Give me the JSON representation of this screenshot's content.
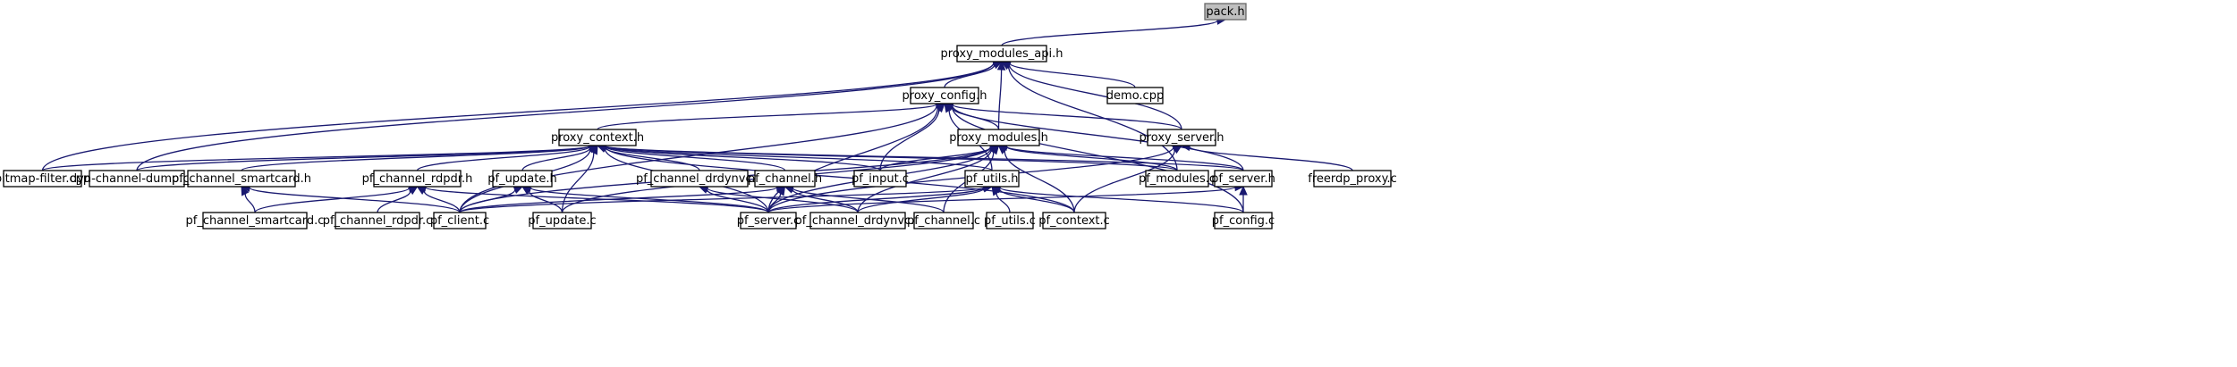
{
  "colors": {
    "edge": "#191970",
    "root_fill": "#bfbfbf",
    "node_stroke": "#000000"
  },
  "nodes": [
    {
      "id": "pack_h",
      "label": "pack.h",
      "root": true
    },
    {
      "id": "proxy_modules_api_h",
      "label": "proxy_modules_api.h"
    },
    {
      "id": "proxy_config_h",
      "label": "proxy_config.h"
    },
    {
      "id": "demo_cpp",
      "label": "demo.cpp"
    },
    {
      "id": "proxy_context_h",
      "label": "proxy_context.h"
    },
    {
      "id": "proxy_modules_h",
      "label": "proxy_modules.h"
    },
    {
      "id": "proxy_server_h",
      "label": "proxy_server.h"
    },
    {
      "id": "bitmap_filter_cpp",
      "label": "bitmap-filter.cpp"
    },
    {
      "id": "dyn_channel_dump_cpp",
      "label": "dyn-channel-dump.cpp"
    },
    {
      "id": "pf_channel_smartcard_h",
      "label": "pf_channel_smartcard.h"
    },
    {
      "id": "pf_channel_rdpdr_h",
      "label": "pf_channel_rdpdr.h"
    },
    {
      "id": "pf_update_h",
      "label": "pf_update.h"
    },
    {
      "id": "pf_channel_drdynvc_h",
      "label": "pf_channel_drdynvc.h"
    },
    {
      "id": "pf_channel_h",
      "label": "pf_channel.h"
    },
    {
      "id": "pf_input_c",
      "label": "pf_input.c"
    },
    {
      "id": "pf_utils_h",
      "label": "pf_utils.h"
    },
    {
      "id": "pf_modules_c",
      "label": "pf_modules.c"
    },
    {
      "id": "pf_server_h",
      "label": "pf_server.h"
    },
    {
      "id": "freerdp_proxy_c",
      "label": "freerdp_proxy.c"
    },
    {
      "id": "pf_channel_smartcard_c",
      "label": "pf_channel_smartcard.c"
    },
    {
      "id": "pf_channel_rdpdr_c",
      "label": "pf_channel_rdpdr.c"
    },
    {
      "id": "pf_client_c",
      "label": "pf_client.c"
    },
    {
      "id": "pf_update_c",
      "label": "pf_update.c"
    },
    {
      "id": "pf_server_c",
      "label": "pf_server.c"
    },
    {
      "id": "pf_channel_drdynvc_c",
      "label": "pf_channel_drdynvc.c"
    },
    {
      "id": "pf_channel_c",
      "label": "pf_channel.c"
    },
    {
      "id": "pf_utils_c",
      "label": "pf_utils.c"
    },
    {
      "id": "pf_context_c",
      "label": "pf_context.c"
    },
    {
      "id": "pf_config_c",
      "label": "pf_config.c"
    }
  ],
  "edges": [
    [
      "proxy_modules_api_h",
      "pack_h"
    ],
    [
      "proxy_config_h",
      "proxy_modules_api_h"
    ],
    [
      "demo_cpp",
      "proxy_modules_api_h"
    ],
    [
      "proxy_modules_h",
      "proxy_modules_api_h"
    ],
    [
      "proxy_server_h",
      "proxy_modules_api_h"
    ],
    [
      "bitmap_filter_cpp",
      "proxy_modules_api_h"
    ],
    [
      "dyn_channel_dump_cpp",
      "proxy_modules_api_h"
    ],
    [
      "pf_modules_c",
      "proxy_modules_api_h"
    ],
    [
      "proxy_context_h",
      "proxy_config_h"
    ],
    [
      "proxy_modules_h",
      "proxy_config_h"
    ],
    [
      "proxy_server_h",
      "proxy_config_h"
    ],
    [
      "pf_server_h",
      "proxy_config_h"
    ],
    [
      "pf_input_c",
      "proxy_config_h"
    ],
    [
      "pf_utils_h",
      "proxy_config_h"
    ],
    [
      "pf_client_c",
      "proxy_config_h"
    ],
    [
      "pf_server_c",
      "proxy_config_h"
    ],
    [
      "pf_config_c",
      "proxy_config_h"
    ],
    [
      "bitmap_filter_cpp",
      "proxy_context_h"
    ],
    [
      "dyn_channel_dump_cpp",
      "proxy_context_h"
    ],
    [
      "pf_channel_smartcard_h",
      "proxy_context_h"
    ],
    [
      "pf_channel_rdpdr_h",
      "proxy_context_h"
    ],
    [
      "pf_update_h",
      "proxy_context_h"
    ],
    [
      "pf_channel_drdynvc_h",
      "proxy_context_h"
    ],
    [
      "pf_channel_h",
      "proxy_context_h"
    ],
    [
      "pf_input_c",
      "proxy_context_h"
    ],
    [
      "pf_utils_h",
      "proxy_context_h"
    ],
    [
      "pf_modules_c",
      "proxy_context_h"
    ],
    [
      "pf_server_h",
      "proxy_context_h"
    ],
    [
      "pf_client_c",
      "proxy_context_h"
    ],
    [
      "pf_update_c",
      "proxy_context_h"
    ],
    [
      "pf_server_c",
      "proxy_context_h"
    ],
    [
      "pf_context_c",
      "proxy_context_h"
    ],
    [
      "pf_modules_c",
      "proxy_modules_h"
    ],
    [
      "pf_server_h",
      "proxy_modules_h"
    ],
    [
      "pf_input_c",
      "proxy_modules_h"
    ],
    [
      "pf_client_c",
      "proxy_modules_h"
    ],
    [
      "pf_update_c",
      "proxy_modules_h"
    ],
    [
      "pf_server_c",
      "proxy_modules_h"
    ],
    [
      "pf_channel_drdynvc_c",
      "proxy_modules_h"
    ],
    [
      "pf_channel_c",
      "proxy_modules_h"
    ],
    [
      "pf_context_c",
      "proxy_modules_h"
    ],
    [
      "freerdp_proxy_c",
      "proxy_server_h"
    ],
    [
      "pf_server_c",
      "proxy_server_h"
    ],
    [
      "pf_context_c",
      "proxy_server_h"
    ],
    [
      "pf_channel_smartcard_c",
      "pf_channel_smartcard_h"
    ],
    [
      "pf_client_c",
      "pf_channel_smartcard_h"
    ],
    [
      "pf_channel_smartcard_c",
      "pf_channel_rdpdr_h"
    ],
    [
      "pf_channel_rdpdr_c",
      "pf_channel_rdpdr_h"
    ],
    [
      "pf_client_c",
      "pf_channel_rdpdr_h"
    ],
    [
      "pf_server_c",
      "pf_channel_rdpdr_h"
    ],
    [
      "pf_client_c",
      "pf_update_h"
    ],
    [
      "pf_update_c",
      "pf_update_h"
    ],
    [
      "pf_server_c",
      "pf_update_h"
    ],
    [
      "pf_server_c",
      "pf_channel_drdynvc_h"
    ],
    [
      "pf_channel_drdynvc_c",
      "pf_channel_drdynvc_h"
    ],
    [
      "pf_client_c",
      "pf_channel_h"
    ],
    [
      "pf_server_c",
      "pf_channel_h"
    ],
    [
      "pf_channel_drdynvc_c",
      "pf_channel_h"
    ],
    [
      "pf_channel_c",
      "pf_channel_h"
    ],
    [
      "pf_client_c",
      "pf_utils_h"
    ],
    [
      "pf_server_c",
      "pf_utils_h"
    ],
    [
      "pf_channel_drdynvc_c",
      "pf_utils_h"
    ],
    [
      "pf_utils_c",
      "pf_utils_h"
    ],
    [
      "pf_context_c",
      "pf_utils_h"
    ],
    [
      "pf_config_c",
      "pf_utils_h"
    ],
    [
      "pf_server_c",
      "pf_server_h"
    ],
    [
      "pf_config_c",
      "pf_server_h"
    ]
  ]
}
